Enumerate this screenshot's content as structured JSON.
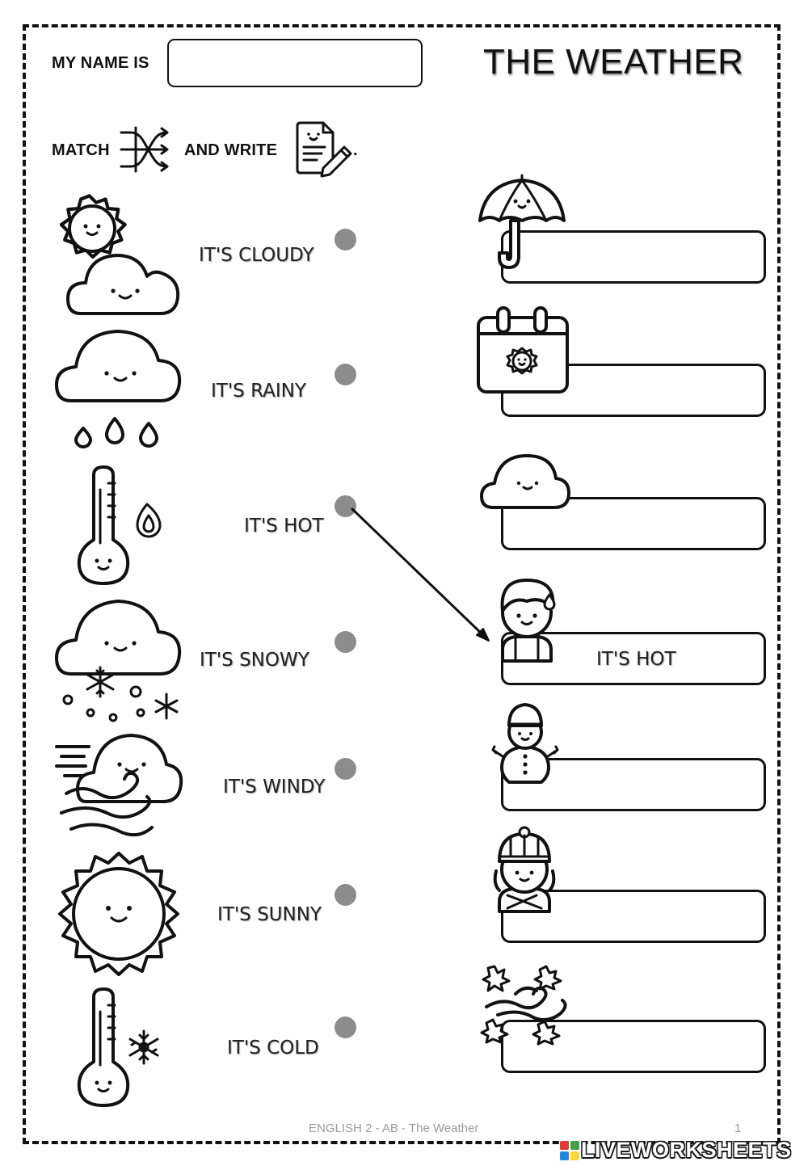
{
  "header": {
    "name_label": "MY NAME IS",
    "title": "THE WEATHER",
    "instruction_match": "MATCH",
    "instruction_write": "AND WRITE",
    "instruction_end": "."
  },
  "name_field": {
    "value": ""
  },
  "phrases": [
    {
      "label": "IT'S CLOUDY",
      "icon": "sun-behind-cloud-icon"
    },
    {
      "label": "IT'S RAINY",
      "icon": "rain-cloud-icon"
    },
    {
      "label": "IT'S HOT",
      "icon": "hot-thermometer-icon"
    },
    {
      "label": "IT'S SNOWY",
      "icon": "snow-cloud-icon"
    },
    {
      "label": "IT'S WINDY",
      "icon": "wind-cloud-icon"
    },
    {
      "label": "IT'S SUNNY",
      "icon": "sun-icon"
    },
    {
      "label": "IT'S COLD",
      "icon": "cold-thermometer-icon"
    }
  ],
  "answers": [
    {
      "icon": "umbrella-icon",
      "value": ""
    },
    {
      "icon": "sunny-calendar-icon",
      "value": ""
    },
    {
      "icon": "small-cloud-icon",
      "value": ""
    },
    {
      "icon": "sweating-boy-icon",
      "value": "IT'S HOT"
    },
    {
      "icon": "snowman-icon",
      "value": ""
    },
    {
      "icon": "girl-winter-hat-icon",
      "value": ""
    },
    {
      "icon": "windy-leaves-icon",
      "value": ""
    }
  ],
  "connection": {
    "from": "IT'S HOT",
    "to": "sweating-boy-icon"
  },
  "footer": {
    "course": "ENGLISH 2 - AB - The Weather",
    "page_number": "1",
    "brand": "LIVEWORKSHEETS",
    "brand_colors": [
      "#e53935",
      "#43a047",
      "#1e88e5",
      "#fdd835"
    ]
  }
}
